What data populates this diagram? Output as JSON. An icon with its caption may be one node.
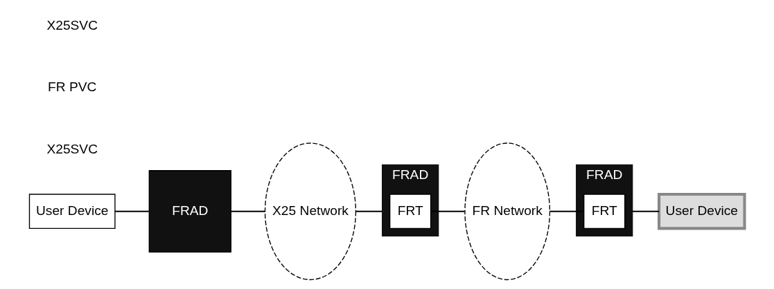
{
  "diagram": {
    "nodes": [
      {
        "text": [
          "User Device"
        ]
      },
      {
        "text": [
          "FRAD"
        ]
      },
      {
        "text": [
          "X25 Network"
        ]
      },
      {
        "text": [
          "FRAD"
        ]
      },
      {
        "text": [
          "FRT"
        ],
        "in": 3
      },
      {
        "text": [
          "FR Network"
        ]
      },
      {
        "text": [
          "FRAD"
        ]
      },
      {
        "text": [
          "FRT"
        ],
        "in": 6
      },
      {
        "text": [
          "User Device"
        ]
      }
    ],
    "edges": [
      {
        "from": 0,
        "to": 1,
        "arrow": "none"
      },
      {
        "from": 1,
        "to": 2,
        "arrow": "none"
      },
      {
        "from": 2,
        "to": 3,
        "arrow": "none"
      },
      {
        "from": 4,
        "to": 5,
        "arrow": "none"
      },
      {
        "from": 5,
        "to": 7,
        "arrow": "none"
      },
      {
        "from": 6,
        "to": 8,
        "arrow": "none"
      }
    ],
    "labels": [
      "X25SVC",
      "FR PVC",
      "X25SVC"
    ]
  }
}
